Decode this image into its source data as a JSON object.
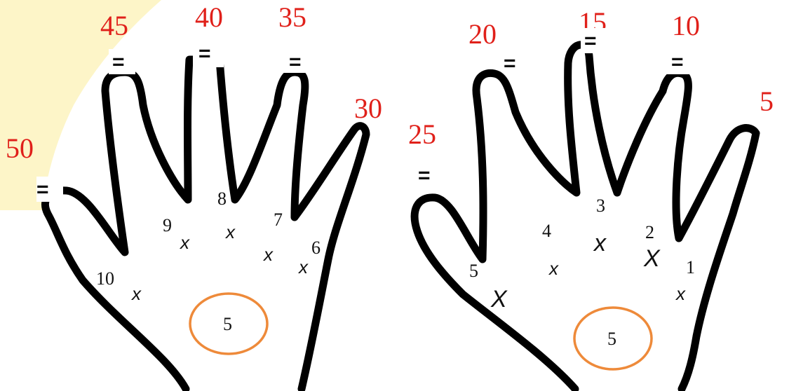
{
  "left_hand": {
    "finger_values": [
      "50",
      "45",
      "40",
      "35",
      "30"
    ],
    "equals_sign": "=",
    "palm_numbers": [
      "10",
      "9",
      "8",
      "7",
      "6"
    ],
    "multiply_sign": "x",
    "circle_number": "5"
  },
  "right_hand": {
    "finger_values": [
      "25",
      "20",
      "15",
      "10",
      "5"
    ],
    "equals_sign": "=",
    "palm_numbers": [
      "5",
      "4",
      "3",
      "2",
      "1"
    ],
    "multiply_sign": "x",
    "multiply_sign_big": "X",
    "circle_number": "5"
  },
  "colors": {
    "finger_values": "#e0201a",
    "outline": "#000000",
    "circle": "#ee8a3a",
    "watermark": "#fdf5c8"
  }
}
